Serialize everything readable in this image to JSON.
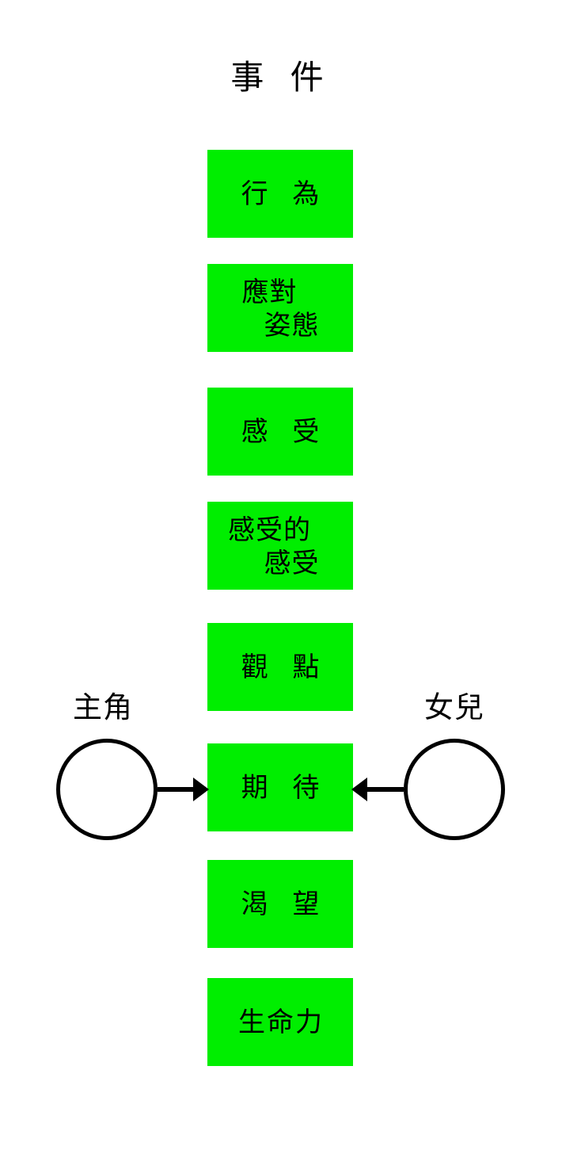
{
  "diagram": {
    "title": "事 件",
    "background_color": "#ffffff",
    "box_color": "#00ee00",
    "text_color": "#000000",
    "boxes": [
      {
        "id": "behaviour",
        "lines": [
          "行 為"
        ],
        "style": "single"
      },
      {
        "id": "coping-stance",
        "lines": [
          "應對",
          "姿態"
        ],
        "style": "double"
      },
      {
        "id": "feelings",
        "lines": [
          "感 受"
        ],
        "style": "single"
      },
      {
        "id": "feelings-about-feelings",
        "lines": [
          "感受的",
          "感受"
        ],
        "style": "double"
      },
      {
        "id": "perceptions",
        "lines": [
          "觀 點"
        ],
        "style": "single"
      },
      {
        "id": "expectations",
        "lines": [
          "期 待"
        ],
        "style": "single"
      },
      {
        "id": "yearnings",
        "lines": [
          "渴 望"
        ],
        "style": "single"
      },
      {
        "id": "life-force",
        "lines": [
          "生命力"
        ],
        "style": "triple"
      }
    ],
    "actors": [
      {
        "id": "protagonist",
        "label": "主角",
        "side": "left",
        "arrow": "right"
      },
      {
        "id": "daughter",
        "label": "女兒",
        "side": "right",
        "arrow": "left"
      }
    ]
  }
}
